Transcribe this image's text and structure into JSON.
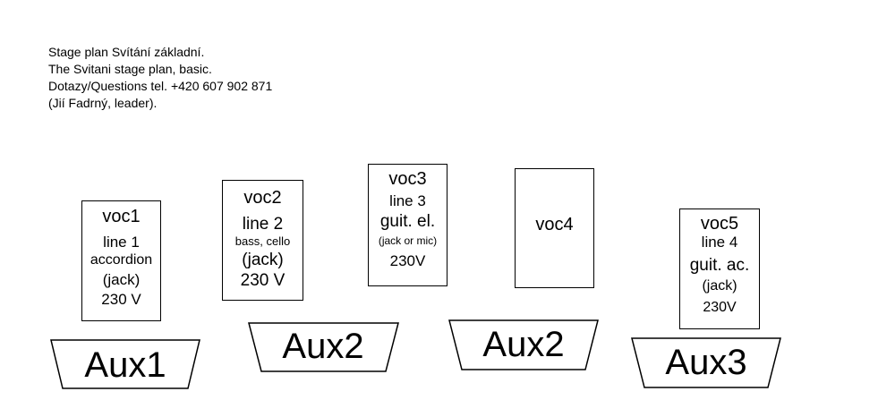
{
  "header": {
    "lines": [
      "Stage plan Svítání základní.",
      "The Svitani stage plan, basic.",
      "Dotazy/Questions tel. +420 607 902 871",
      "(Jií Fadrný, leader)."
    ]
  },
  "stage_boxes": [
    {
      "id": "voc1",
      "lines": [
        "voc1",
        "line 1",
        "accordion",
        "(jack)",
        "230 V"
      ]
    },
    {
      "id": "voc2",
      "lines": [
        "voc2",
        "line 2",
        "bass, cello",
        "(jack)",
        "230 V"
      ]
    },
    {
      "id": "voc3",
      "lines": [
        "voc3",
        "line 3",
        "guit. el.",
        "(jack or mic)",
        "230V"
      ]
    },
    {
      "id": "voc4",
      "lines": [
        "voc4"
      ]
    },
    {
      "id": "voc5",
      "lines": [
        "voc5",
        "line 4",
        "guit. ac.",
        "(jack)",
        "230V"
      ]
    }
  ],
  "monitors": [
    {
      "label": "Aux1"
    },
    {
      "label": "Aux2"
    },
    {
      "label": "Aux2"
    },
    {
      "label": "Aux3"
    }
  ],
  "colors": {
    "stroke": "#000000",
    "background": "#ffffff"
  }
}
